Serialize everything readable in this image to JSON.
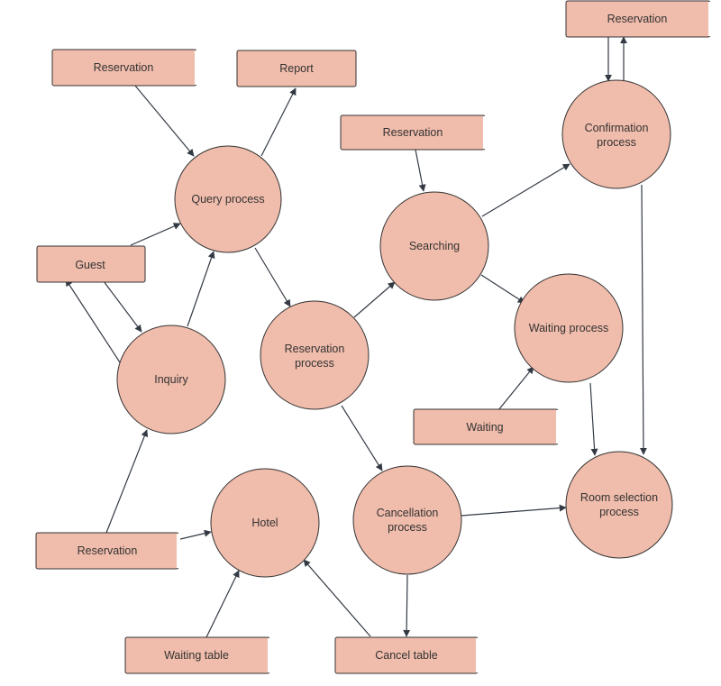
{
  "colors": {
    "node_fill": "#f0bcab",
    "node_stroke": "#333333",
    "edge": "#333a44",
    "text": "#333333",
    "background": "#ffffff"
  },
  "diagram": {
    "stores": {
      "reservation_top_left": "Reservation",
      "report": "Report",
      "reservation_mid": "Reservation",
      "reservation_top_right": "Reservation",
      "guest": "Guest",
      "waiting": "Waiting",
      "reservation_bottom_left": "Reservation",
      "waiting_table": "Waiting table",
      "cancel_table": "Cancel table"
    },
    "processes": {
      "query": "Query process",
      "confirmation": [
        "Confirmation",
        "process"
      ],
      "searching": "Searching",
      "reservation": [
        "Reservation",
        "process"
      ],
      "inquiry": "Inquiry",
      "waiting": "Waiting process",
      "room_selection": [
        "Room selection",
        "process"
      ],
      "cancellation": [
        "Cancellation",
        "process"
      ],
      "hotel": "Hotel"
    }
  }
}
